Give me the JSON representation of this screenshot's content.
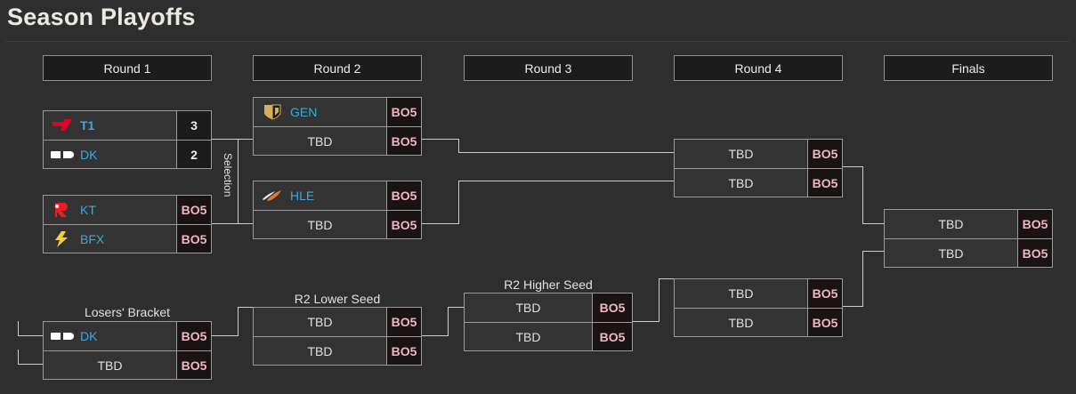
{
  "page": {
    "title": "Season Playoffs"
  },
  "columns": [
    {
      "label": "Round 1"
    },
    {
      "label": "Round 2"
    },
    {
      "label": "Round 3"
    },
    {
      "label": "Round 4"
    },
    {
      "label": "Finals"
    }
  ],
  "labels": {
    "selection": "Selection",
    "losers_bracket": "Losers' Bracket",
    "r2_lower_seed": "R2 Lower Seed",
    "r2_higher_seed": "R2 Higher Seed"
  },
  "bo5": "BO5",
  "tbd": "TBD",
  "matches": {
    "r1_top": {
      "rows": [
        {
          "team": "T1",
          "logo": "t1-logo",
          "score": "3",
          "winner": true,
          "type": "score"
        },
        {
          "team": "DK",
          "logo": "dk-logo",
          "score": "2",
          "winner": false,
          "type": "score"
        }
      ]
    },
    "r1_bottom": {
      "rows": [
        {
          "team": "KT",
          "logo": "kt-logo",
          "score": "BO5",
          "winner": false,
          "type": "bo"
        },
        {
          "team": "BFX",
          "logo": "bfx-logo",
          "score": "BO5",
          "winner": false,
          "type": "bo"
        }
      ]
    },
    "r2_top": {
      "rows": [
        {
          "team": "GEN",
          "logo": "gen-logo",
          "score": "BO5",
          "winner": false,
          "type": "bo"
        },
        {
          "team": "TBD",
          "logo": null,
          "score": "BO5",
          "winner": false,
          "type": "bo"
        }
      ]
    },
    "r2_bottom": {
      "rows": [
        {
          "team": "HLE",
          "logo": "hle-logo",
          "score": "BO5",
          "winner": false,
          "type": "bo"
        },
        {
          "team": "TBD",
          "logo": null,
          "score": "BO5",
          "winner": false,
          "type": "bo"
        }
      ]
    },
    "r3_top": {
      "rows": [
        {
          "team": "TBD",
          "logo": null,
          "score": "BO5",
          "winner": false,
          "type": "bo"
        },
        {
          "team": "TBD",
          "logo": null,
          "score": "BO5",
          "winner": false,
          "type": "bo"
        }
      ]
    },
    "finals": {
      "rows": [
        {
          "team": "TBD",
          "logo": null,
          "score": "BO5",
          "winner": false,
          "type": "bo"
        },
        {
          "team": "TBD",
          "logo": null,
          "score": "BO5",
          "winner": false,
          "type": "bo"
        }
      ]
    },
    "r4_bottom": {
      "rows": [
        {
          "team": "TBD",
          "logo": null,
          "score": "BO5",
          "winner": false,
          "type": "bo"
        },
        {
          "team": "TBD",
          "logo": null,
          "score": "BO5",
          "winner": false,
          "type": "bo"
        }
      ]
    },
    "lb_r1": {
      "rows": [
        {
          "team": "DK",
          "logo": "dk-logo",
          "score": "BO5",
          "winner": false,
          "type": "bo"
        },
        {
          "team": "TBD",
          "logo": null,
          "score": "BO5",
          "winner": false,
          "type": "bo"
        }
      ]
    },
    "lb_lower": {
      "rows": [
        {
          "team": "TBD",
          "logo": null,
          "score": "BO5",
          "winner": false,
          "type": "bo"
        },
        {
          "team": "TBD",
          "logo": null,
          "score": "BO5",
          "winner": false,
          "type": "bo"
        }
      ]
    },
    "lb_higher": {
      "rows": [
        {
          "team": "TBD",
          "logo": null,
          "score": "BO5",
          "winner": false,
          "type": "bo"
        },
        {
          "team": "TBD",
          "logo": null,
          "score": "BO5",
          "winner": false,
          "type": "bo"
        }
      ]
    }
  },
  "colors": {
    "background": "#2e2e2e",
    "box_bg": "#333333",
    "box_border": "#9a9a9a",
    "header_bg": "#1c1c1c",
    "team_link": "#3ba9e0",
    "bo5_text": "#f0b6c6",
    "bo5_bg": "#1a1313",
    "score_bg": "#1b1b1b",
    "connector": "#cfcdc7",
    "text": "#e8e6e1"
  }
}
